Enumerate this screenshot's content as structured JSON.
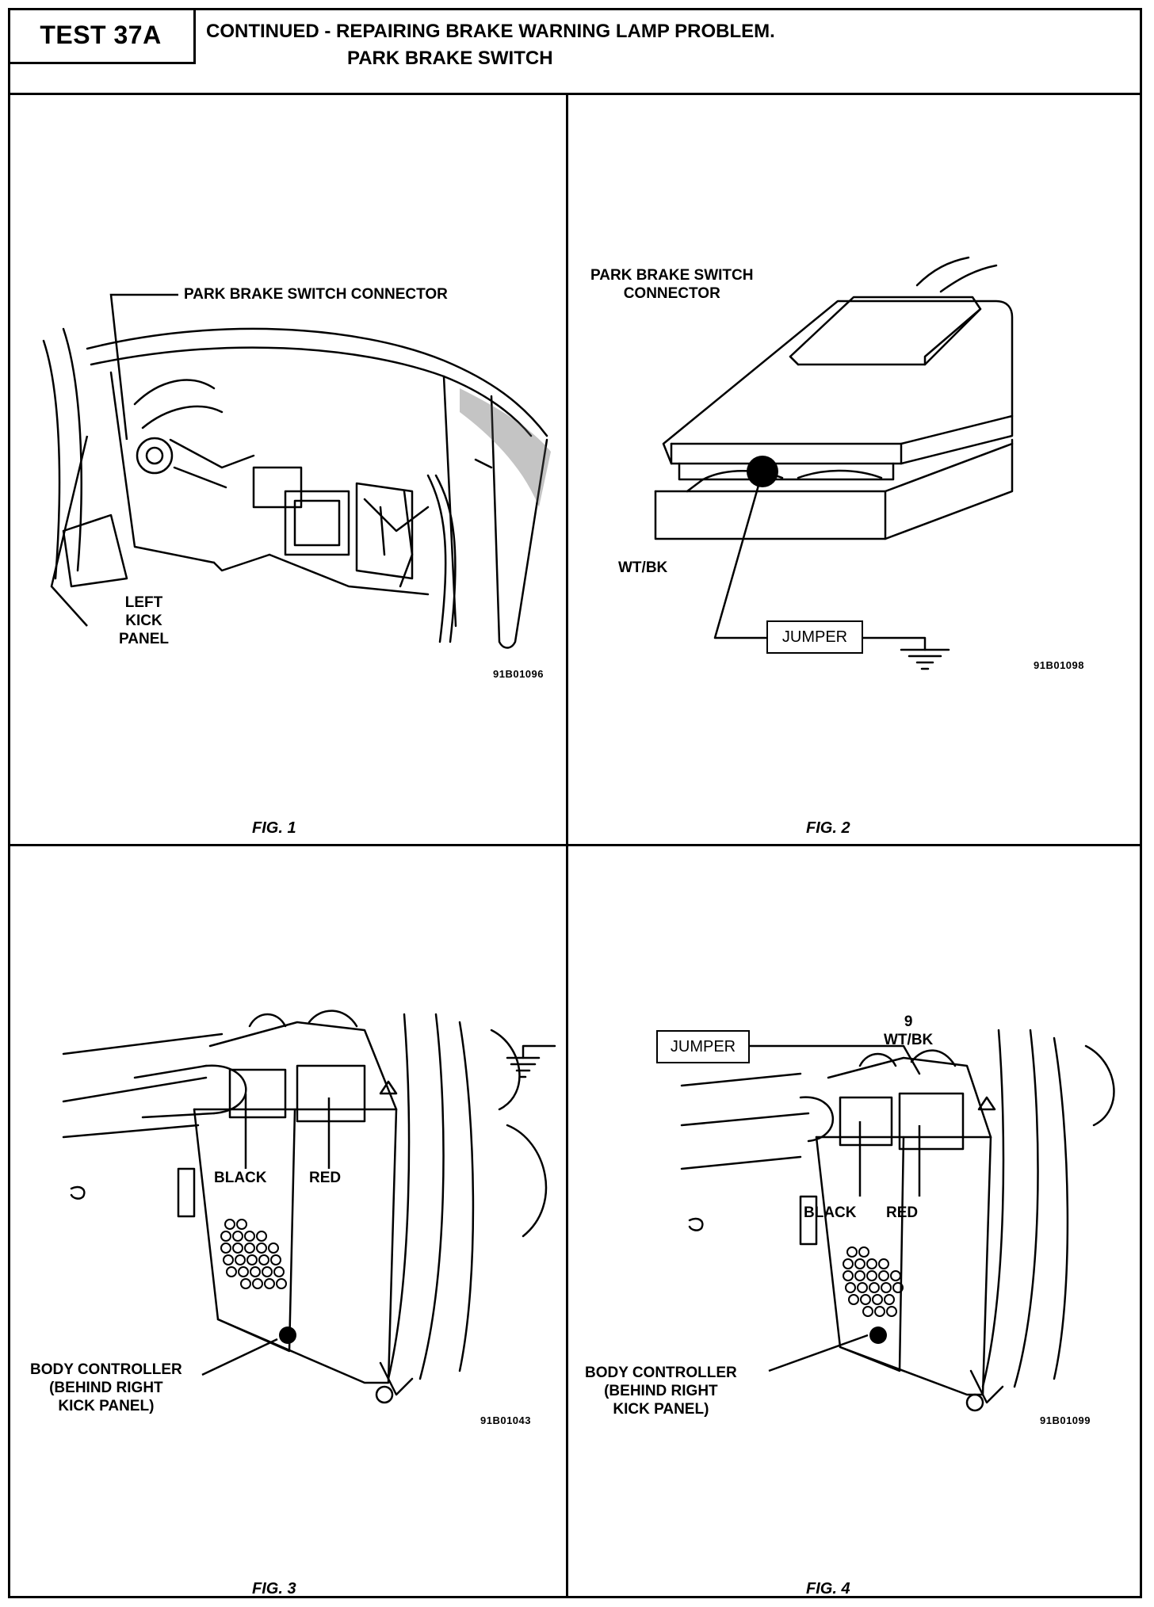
{
  "header": {
    "test_id": "TEST 37A",
    "title": "CONTINUED -  REPAIRING BRAKE WARNING LAMP PROBLEM.",
    "subtitle": "PARK BRAKE  SWITCH"
  },
  "fig1": {
    "caption": "FIG. 1",
    "connector_label": "PARK BRAKE SWITCH CONNECTOR",
    "kick_panel_label": [
      "LEFT",
      "KICK",
      "PANEL"
    ],
    "code": "91B01096"
  },
  "fig2": {
    "caption": "FIG. 2",
    "connector_label": [
      "PARK BRAKE SWITCH",
      "CONNECTOR"
    ],
    "wire_label": "WT/BK",
    "jumper_label": "JUMPER",
    "code": "91B01098"
  },
  "fig3": {
    "caption": "FIG. 3",
    "black_label": "BLACK",
    "red_label": "RED",
    "controller_label": [
      "BODY CONTROLLER",
      "(BEHIND RIGHT",
      "KICK PANEL)"
    ],
    "code": "91B01043"
  },
  "fig4": {
    "caption": "FIG. 4",
    "jumper_label": "JUMPER",
    "pin_label": "9",
    "wire_label": "WT/BK",
    "black_label": "BLACK",
    "red_label": "RED",
    "controller_label": [
      "BODY CONTROLLER",
      "(BEHIND RIGHT",
      "KICK PANEL)"
    ],
    "code": "91B01099"
  }
}
